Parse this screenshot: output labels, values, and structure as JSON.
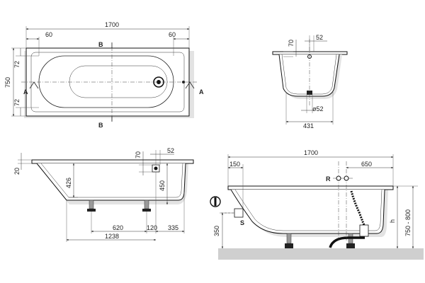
{
  "plan_view": {
    "overall_length": "1700",
    "left_offset": "60",
    "right_offset": "60",
    "overall_width": "750",
    "inner_top": "72",
    "inner_bottom": "72",
    "section_a": "A",
    "section_b": "B"
  },
  "section_a_view": {
    "rim_depth": "70",
    "outlet_offset": "52",
    "waste_diameter": "ø52",
    "base_width": "431"
  },
  "side_section": {
    "rim_thickness": "20",
    "inner_depth": "426",
    "overflow_height": "450",
    "rim_depth": "70",
    "outlet_offset": "52",
    "leg_spacing": "620",
    "leg_offset": "120",
    "end_offset": "335",
    "total_span": "1238"
  },
  "installation_view": {
    "overall_length": "1700",
    "left_offset": "150",
    "fitting_spacing": "650",
    "fitting_label": "R",
    "siphon_label": "S",
    "siphon_height": "350",
    "height_label": "h",
    "height_range": "750 - 800"
  }
}
